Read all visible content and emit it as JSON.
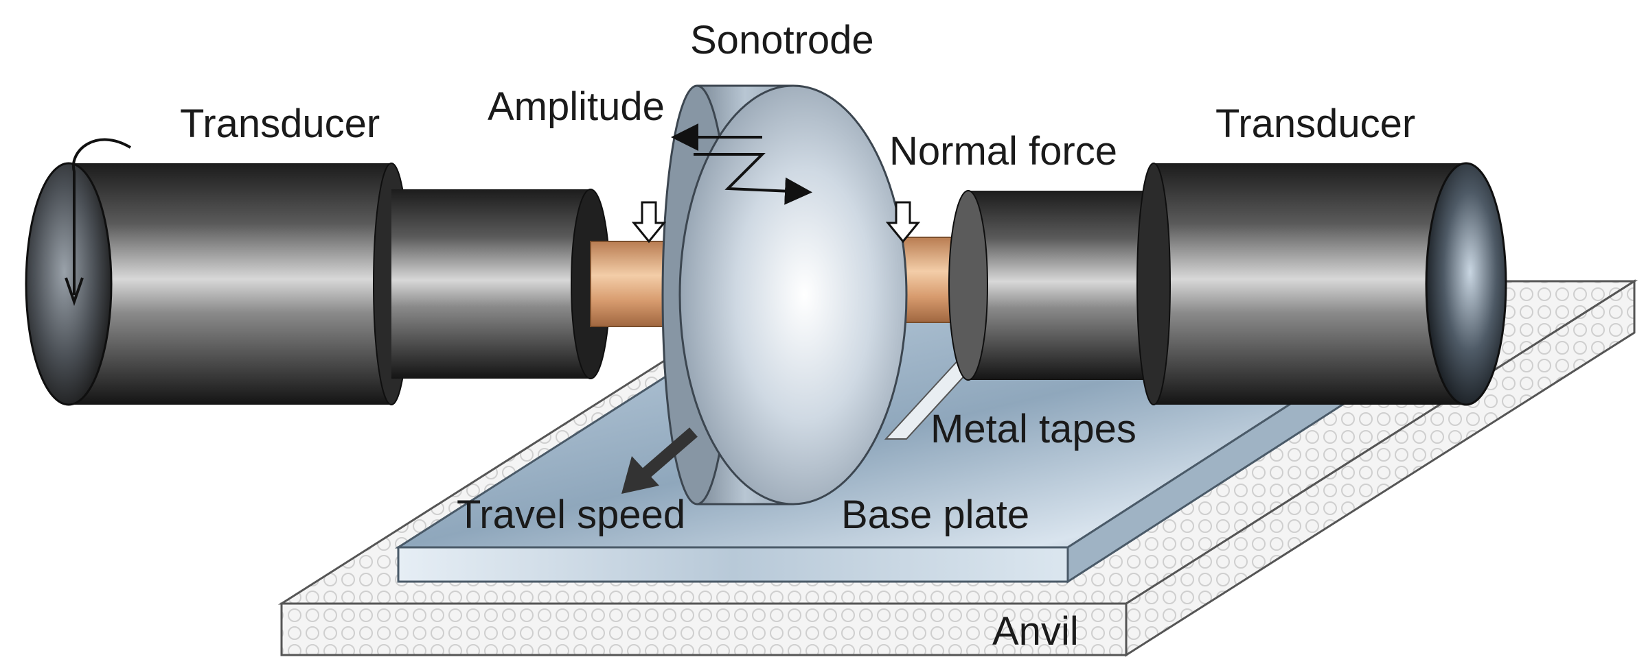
{
  "labels": {
    "sonotrode": "Sonotrode",
    "amplitude": "Amplitude",
    "transducer_left": "Transducer",
    "transducer_right": "Transducer",
    "normal_force": "Normal force",
    "metal_tapes": "Metal tapes",
    "travel_speed": "Travel speed",
    "base_plate": "Base plate",
    "anvil": "Anvil"
  }
}
